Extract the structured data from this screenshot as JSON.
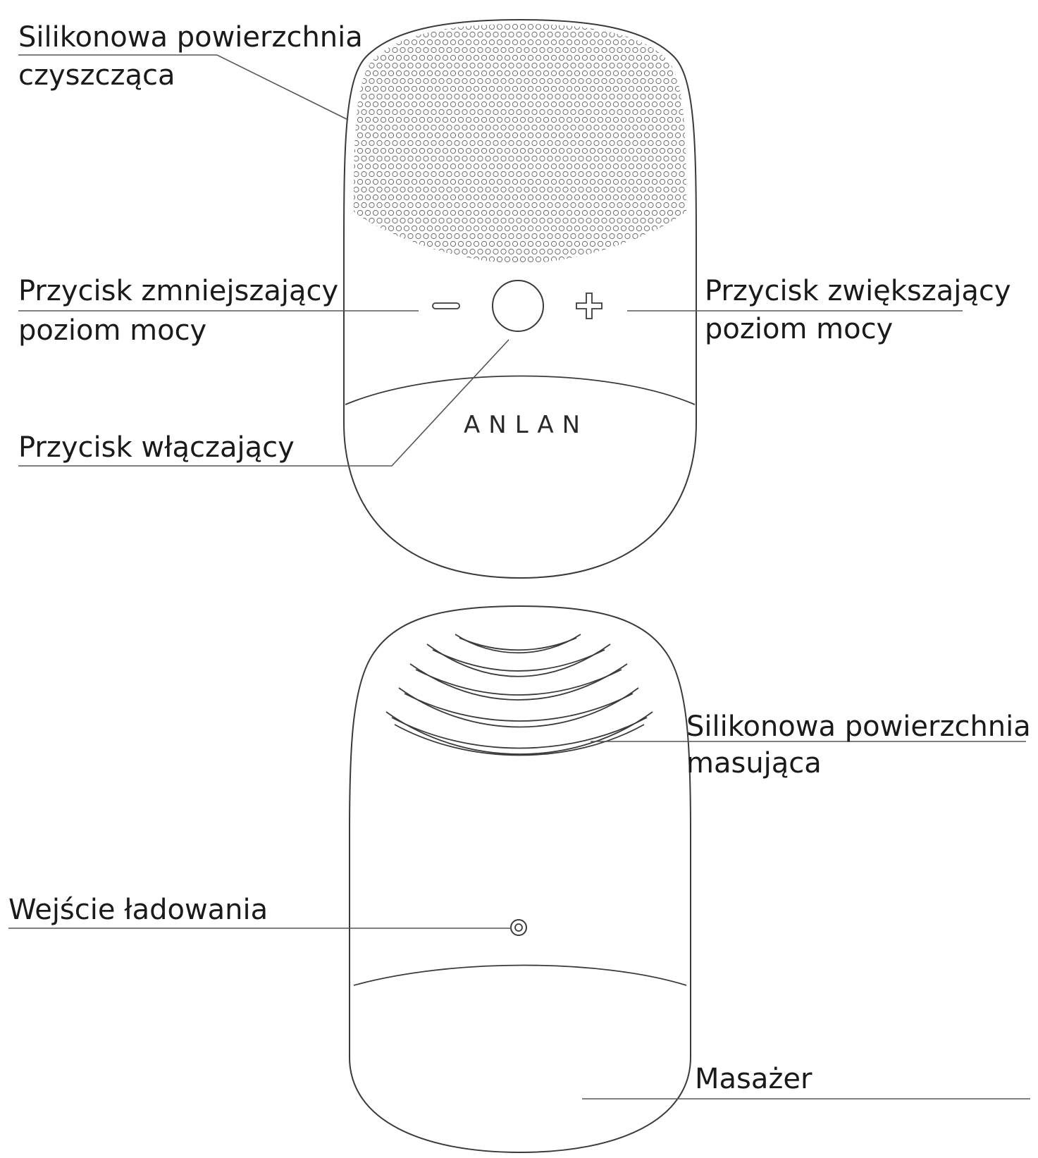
{
  "brand": "ANLAN",
  "labels": {
    "cleaning_surface_1": "Silikonowa powierzchnia",
    "cleaning_surface_2": "czyszcząca",
    "decrease_1": "Przycisk zmniejszający",
    "decrease_2": "poziom mocy",
    "increase_1": "Przycisk zwiększający",
    "increase_2": "poziom mocy",
    "power": "Przycisk włączający",
    "massage_surface_1": "Silikonowa powierzchnia",
    "massage_surface_2": "masująca",
    "charging": "Wejście ładowania",
    "massager": "Masażer"
  },
  "icons": {
    "minus": "minus-icon",
    "plus": "plus-icon",
    "power": "power-button-icon",
    "charging": "charging-port-icon"
  }
}
